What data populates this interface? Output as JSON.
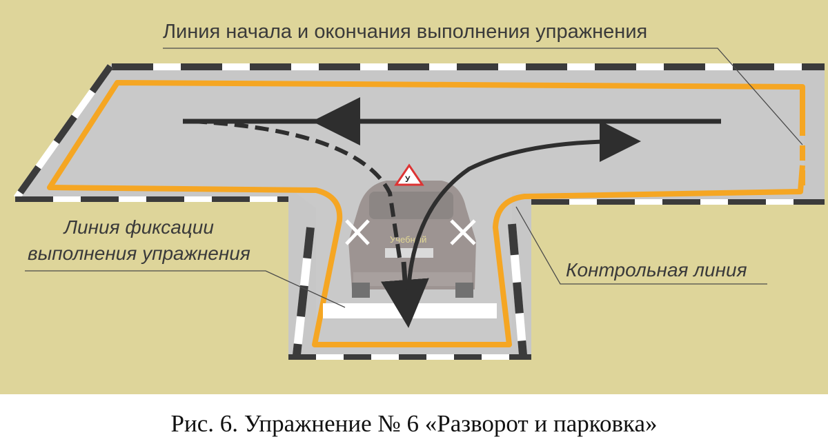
{
  "labels": {
    "start_finish_line": "Линия начала и окончания  выполнения упражнения",
    "fixation_line_1": "Линия фиксации",
    "fixation_line_2": "выполнения упражнения",
    "control_line": "Контрольная линия"
  },
  "car": {
    "sign_letter": "У",
    "door_text": "Учебный"
  },
  "caption": "Рис. 6. Упражнение № 6 «Разворот и парковка»",
  "colors": {
    "background": "#ded59a",
    "asphalt": "#c7c7c7",
    "boundary_line": "#f5a623",
    "curb_dark": "#3b3b3b",
    "curb_light": "#ffffff",
    "arrow": "#2e2e2e"
  }
}
